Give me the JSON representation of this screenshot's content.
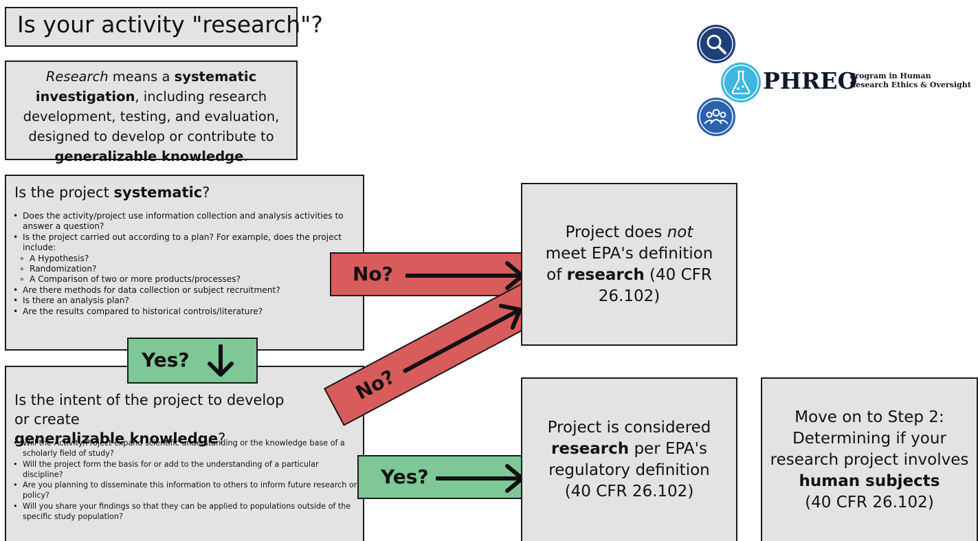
{
  "title": "Is your activity \"research\"?",
  "definition": {
    "prefix": "Research",
    "mid1": " means a ",
    "b1": "systematic investigation",
    "mid2": ", including research development, testing, and evaluation, designed to develop or contribute to ",
    "b2": "generalizable knowledge",
    "end": "."
  },
  "systematic": {
    "q_pre": "Is the project ",
    "q_bold": "systematic",
    "q_post": "?",
    "items": [
      "Does the activity/project use information collection and analysis activities to answer a question?",
      "Is the project carried out according to a plan? For example, does the project include:",
      "A Hypothesis?",
      "Randomization?",
      "A Comparison of two or more products/processes?",
      "Are there methods for data collection or subject recruitment?",
      "Is there an analysis plan?",
      "Are the results compared to historical controls/literature?"
    ]
  },
  "generalizable": {
    "q_pre": "Is the intent of the project to develop or create ",
    "q_bold": "generalizable knowledge",
    "q_post": "?",
    "items": [
      "Will the Activity/Project expand scientific understanding or the knowledge base of a scholarly field of study?",
      "Will the project form the basis for or add to the understanding of a particular discipline?",
      "Are you planning to disseminate this information to others to inform future research or policy?",
      "Will you share your findings so that they can be applied to populations outside of the specific study population?"
    ]
  },
  "arrows": {
    "no_label": "No?",
    "yes_label": "Yes?"
  },
  "results": {
    "not_research": {
      "l1": "Project does ",
      "l1_em": "not",
      "l2": "meet EPA's definition",
      "l3_pre": "of ",
      "l3_bold": "research",
      "l3_post": " (40 CFR",
      "l4": "26.102)"
    },
    "is_research": {
      "l1": "Project is considered",
      "l2_bold": "research",
      "l2_post": " per EPA's",
      "l3": "regulatory definition",
      "l4": "(40 CFR 26.102)"
    },
    "step2": {
      "l1": "Move on to Step 2:",
      "l2": "Determining if your",
      "l3": "research project involves",
      "l4_bold": "human subjects",
      "l5": "(40 CFR 26.102)"
    }
  },
  "logo": {
    "brand": "PHREO",
    "tagline_1": "Program in Human",
    "tagline_2": "Research Ethics & Oversight",
    "icons": [
      "magnifier-icon",
      "flask-icon",
      "people-icon"
    ],
    "colors": {
      "dark_blue": "#1f3f7a",
      "mid_blue": "#2b62b0",
      "light_blue": "#3eb6e0"
    }
  },
  "colors": {
    "no_red": "#d95c5c",
    "yes_green": "#7ec897",
    "box_gray": "#e3e3e3"
  }
}
